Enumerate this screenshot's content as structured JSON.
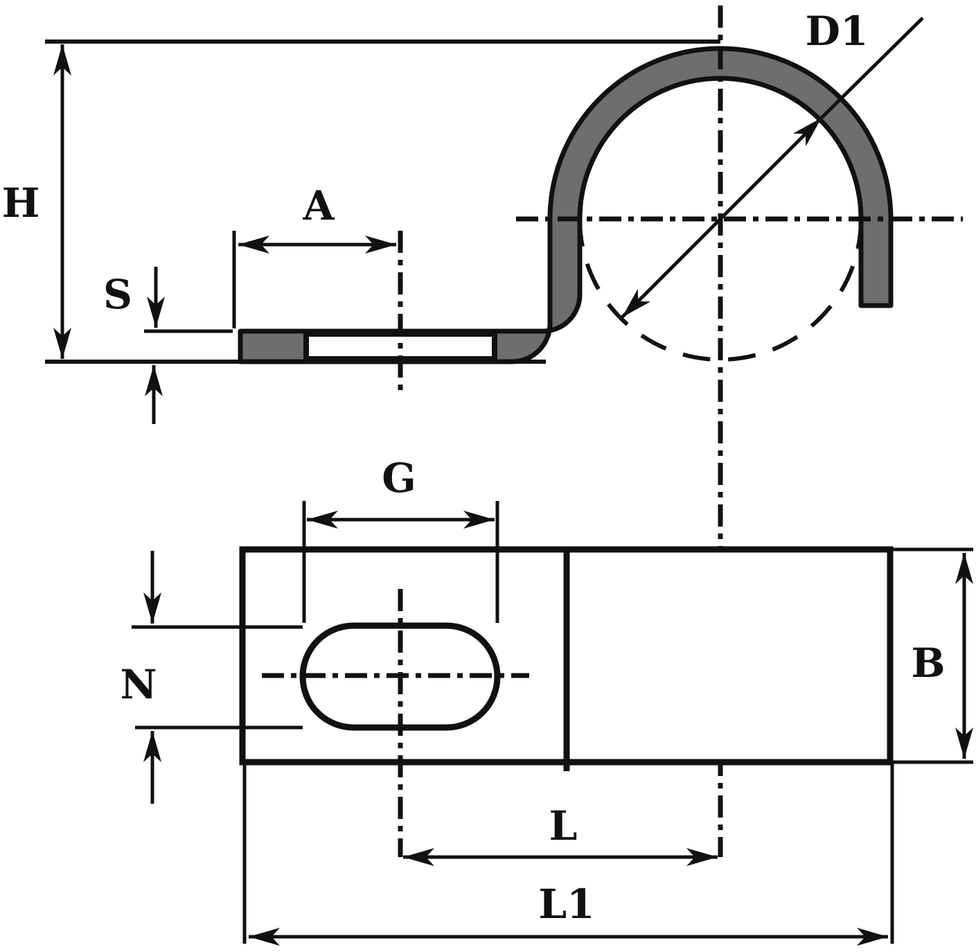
{
  "drawing": {
    "kind": "technical-dimension-drawing",
    "labels": {
      "H": "H",
      "A": "A",
      "S": "S",
      "D1": "D1",
      "G": "G",
      "N": "N",
      "B": "B",
      "L": "L",
      "L1": "L1"
    },
    "views": {
      "side_view_dimensions": [
        "H",
        "A",
        "S",
        "D1"
      ],
      "top_view_dimensions": [
        "G",
        "N",
        "B",
        "L",
        "L1"
      ]
    },
    "colors": {
      "line": "#111111",
      "part_fill": "#6e6e6e",
      "background": "#ffffff"
    }
  }
}
